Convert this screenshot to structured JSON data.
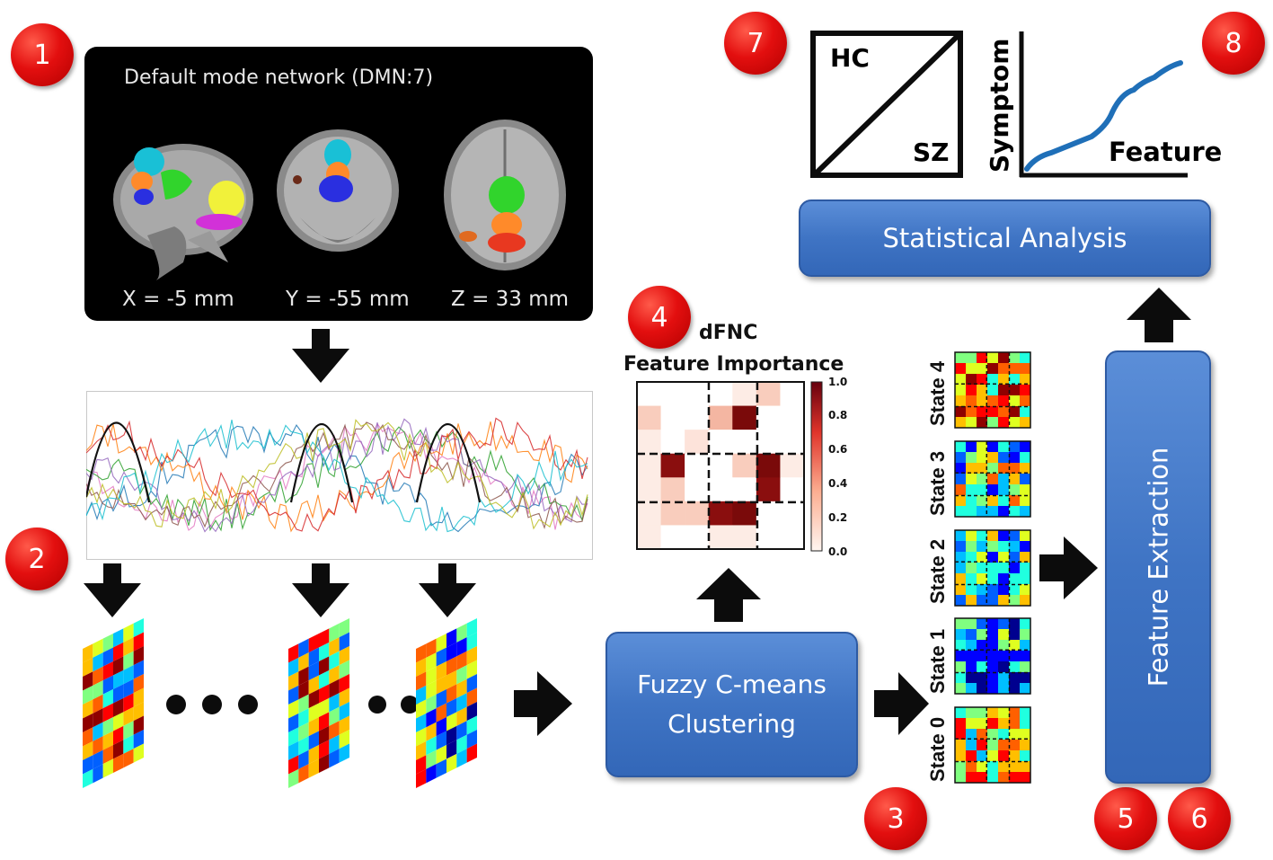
{
  "badges": [
    "1",
    "2",
    "3",
    "4",
    "5",
    "6",
    "7",
    "8"
  ],
  "brain_panel": {
    "title": "Default mode network (DMN:7)",
    "coords": [
      "X = -5 mm",
      "Y = -55 mm",
      "Z = 33 mm"
    ]
  },
  "process": {
    "clustering": [
      "Fuzzy C-means",
      "Clustering"
    ],
    "feature_extraction": "Feature Extraction",
    "statistical_analysis": "Statistical Analysis"
  },
  "dfnc": {
    "title": "dFNC",
    "subtitle": "Feature Importance",
    "colorbar_ticks": [
      "1.0",
      "0.8",
      "0.6",
      "0.4",
      "0.2",
      "0.0"
    ]
  },
  "states": [
    "State 4",
    "State 3",
    "State 2",
    "State 1",
    "State 0"
  ],
  "stats": {
    "box_top_label": "HC",
    "box_bottom_label": "SZ",
    "ylabel": "Symptom",
    "xlabel": "Feature"
  },
  "colors": {
    "badge_red": "#e30f0f",
    "process_blue": "#4a7fcc",
    "brain_panel_bg": "#000000",
    "trend_line": "#1f6fb8"
  }
}
